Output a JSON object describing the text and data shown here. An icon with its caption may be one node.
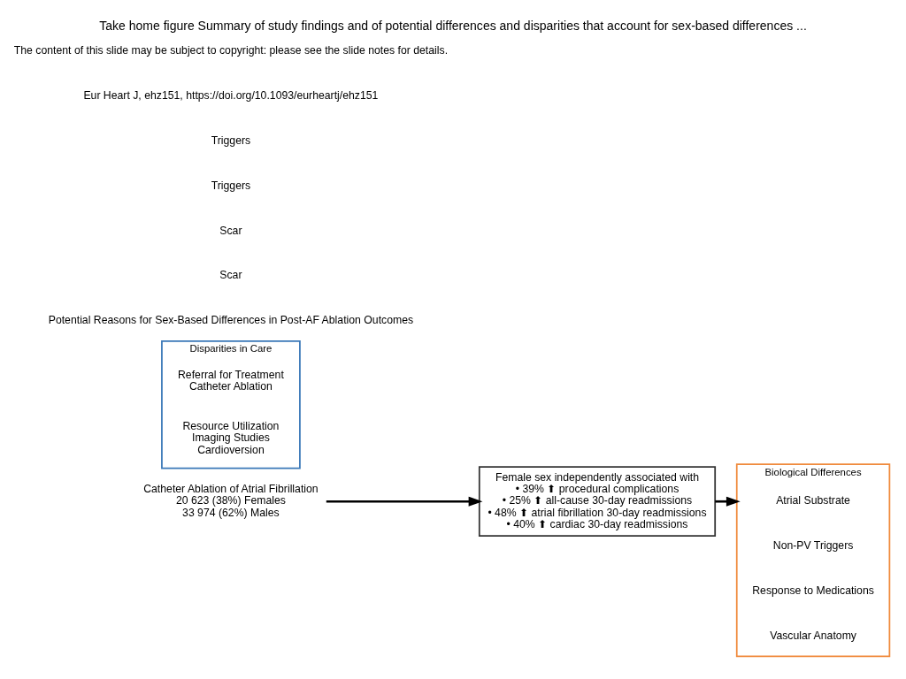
{
  "diagram": {
    "title": "Take home figure Summary of study findings and of potential differences and disparities that account for sex-based differences ...",
    "nodes": [
      {
        "text": [
          "Catheter Ablation of Atrial Fibrillation",
          "20 623 (38%) Females",
          "33 974 (62%) Males"
        ]
      },
      {
        "text": [
          "Female sex independently associated with",
          "• 39% ⬆ procedural complications",
          "• 25% ⬆ all-cause 30-day readmissions",
          "• 48% ⬆ atrial fibrillation 30-day readmissions",
          "• 40% ⬆ cardiac 30-day readmissions"
        ]
      },
      {
        "text": [
          "Biological Differences"
        ]
      },
      {
        "text": [
          "Atrial Substrate"
        ],
        "in": 2
      },
      {
        "text": [
          "Non-PV Triggers"
        ],
        "in": 2
      },
      {
        "text": [
          "Response to Medications"
        ],
        "in": 2
      },
      {
        "text": [
          "Vascular Anatomy"
        ],
        "in": 2
      },
      {
        "text": [
          "Disparities in Care"
        ]
      },
      {
        "text": [
          "Referral for Treatment",
          "Catheter Ablation"
        ],
        "in": 7
      },
      {
        "text": [
          "Resource Utilization",
          "Imaging Studies",
          "Cardioversion"
        ],
        "in": 7
      }
    ],
    "edges": [
      {
        "from": 0,
        "to": 1,
        "arrow": "to"
      },
      {
        "from": 1,
        "to": 2,
        "arrow": "to"
      }
    ],
    "labels": [
      "Potential Reasons for Sex-Based Differences in Post-AF Ablation Outcomes",
      "Scar",
      "Scar",
      "Triggers",
      "Triggers",
      "Eur Heart J, ehz151, https://doi.org/10.1093/eurheartj/ehz151",
      "The content of this slide may be subject to copyright: please see the slide notes for details."
    ]
  }
}
